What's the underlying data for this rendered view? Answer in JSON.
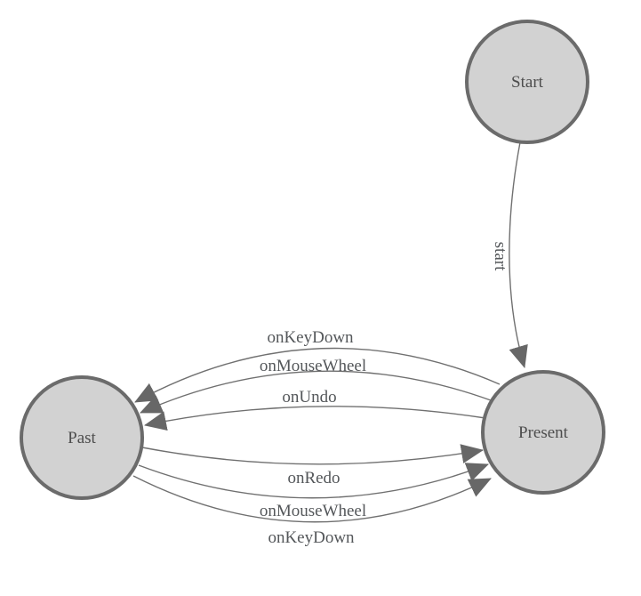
{
  "diagram": {
    "type": "state-machine",
    "colors": {
      "background": "#ffffff",
      "node_fill": "#d2d2d2",
      "node_stroke": "#6b6b6b",
      "edge_stroke": "#707070",
      "arrowhead_fill": "#676767",
      "label_text": "#54575a",
      "node_text": "#4d4d4d"
    },
    "nodes": {
      "start": {
        "label": "Start"
      },
      "present": {
        "label": "Present"
      },
      "past": {
        "label": "Past"
      }
    },
    "edges": {
      "start_to_present": {
        "label": "start"
      },
      "present_to_past": [
        {
          "label": "onKeyDown"
        },
        {
          "label": "onMouseWheel"
        },
        {
          "label": "onUndo"
        }
      ],
      "past_to_present": [
        {
          "label": "onRedo"
        },
        {
          "label": "onMouseWheel"
        },
        {
          "label": "onKeyDown"
        }
      ]
    }
  }
}
